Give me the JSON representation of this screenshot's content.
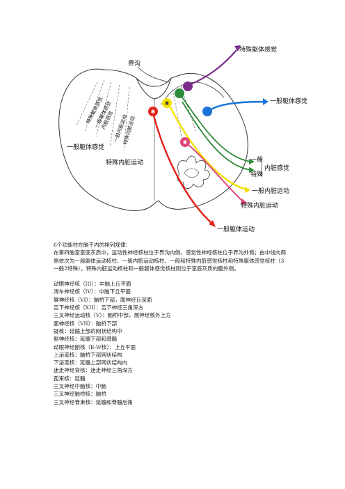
{
  "figure": {
    "labels": {
      "sulcus": "界沟",
      "special_somatic_sensory_top": "特殊躯体感觉",
      "general_somatic_sensory_right": "一般躯体感觉",
      "general_somatic_sensory_left": "一般躯体感觉",
      "special_visceral_motor_left": "特殊内脏运动",
      "general_small": "一般",
      "special_small": "特殊",
      "visceral_sensory": "内脏感觉",
      "general_visceral_motor": "一般内脏运动",
      "special_visceral_motor_right": "特殊内脏运动",
      "general_somatic_motor": "一般躯体运动",
      "diag_special_somatic": "特殊躯体感觉",
      "diag_general_somatic": "一般躯体感觉",
      "diag_visceral_sensory": "内脏感觉",
      "diag_general_visceral": "一般内脏运动",
      "diag_special_visceral": "特殊内脏运动"
    },
    "colors": {
      "special_somatic_sensory": "#7b2d8e",
      "general_somatic_sensory": "#1a73d9",
      "visceral_sensory": "#2e8b3a",
      "general_visceral_motor": "#f2e200",
      "special_visceral_motor": "#e0457b",
      "general_somatic_motor": "#e2231a",
      "outline": "#333333"
    }
  },
  "text": {
    "title": "6个功能柱在脑干内的排列规律：",
    "paragraph": "在第四脑室室底灰质中，运动性神经核柱位于界沟内侧，感觉性神经核柱位于界沟外侧；由中线向两侧依次为一般躯体运动核柱、一般内脏运动核柱、一般和特殊内脏感觉核柱和特殊躯体感觉核柱（3 一般2特殊）。特殊内脏运动核柱和一般躯体感觉核柱则位于室底灰质的腹外侧。",
    "items": [
      "动眼神经核（III）：中脑上丘平面",
      "滑车神经核（IV）：中脑下丘平面",
      "展神经核（VI）：脑桥下部，面神经丘深面",
      "舌下神经核（XII）：舌下神经三角深方",
      "三叉神经运动核（V）：脑桥中部，展神经核外上方",
      "面神经核（VII）：脑桥下部",
      "疑核：延髓上部的网状结构中",
      "副神经核：延髓下部和颈髓",
      "动眼神经副核（E-W核）：上丘平面",
      "上泌涎核：脑桥下部网状结构",
      "下泌涎核：延髓上部网状结构内",
      "迷走神经背核：迷走神经三角深方",
      "孤束核：延髓",
      "三叉神经中脑核：中脑",
      "三叉神经脑桥核：脑桥",
      "三叉神经脊束核：延髓和脊髓后角"
    ]
  }
}
